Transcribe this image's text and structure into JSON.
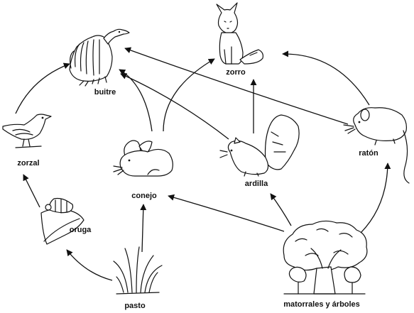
{
  "organisms": {
    "buitre": "buitre",
    "zorro": "zorro",
    "zorzal": "zorzal",
    "raton": "ratón",
    "conejo": "conejo",
    "ardilla": "ardilla",
    "oruga": "oruga",
    "pasto": "pasto",
    "matorrales": "matorrales y árboles"
  },
  "icons": [
    "vulture-icon",
    "fox-icon",
    "thrush-icon",
    "mouse-icon",
    "rabbit-icon",
    "squirrel-icon",
    "caterpillar-icon",
    "grass-icon",
    "trees-icon"
  ],
  "links": [
    [
      "pasto",
      "oruga"
    ],
    [
      "oruga",
      "zorzal"
    ],
    [
      "zorzal",
      "buitre"
    ],
    [
      "pasto",
      "conejo"
    ],
    [
      "conejo",
      "buitre"
    ],
    [
      "conejo",
      "zorro"
    ],
    [
      "matorrales",
      "conejo"
    ],
    [
      "matorrales",
      "ardilla"
    ],
    [
      "matorrales",
      "raton"
    ],
    [
      "ardilla",
      "buitre"
    ],
    [
      "ardilla",
      "zorro"
    ],
    [
      "raton",
      "buitre"
    ],
    [
      "raton",
      "zorro"
    ]
  ]
}
